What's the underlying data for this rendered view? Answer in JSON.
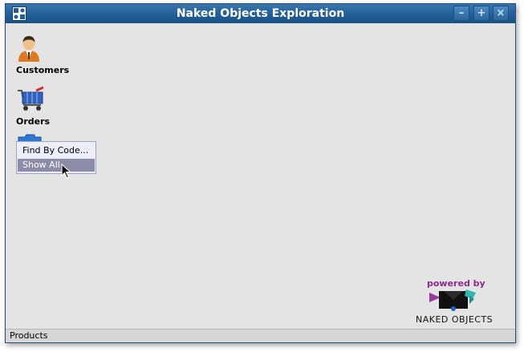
{
  "window": {
    "title": "Naked Objects Exploration",
    "controls": {
      "minimize": "–",
      "maximize": "+",
      "close": "×"
    }
  },
  "classes": [
    {
      "label": "Customers",
      "icon": "customer-icon"
    },
    {
      "label": "Orders",
      "icon": "shopping-cart-icon"
    },
    {
      "label": "",
      "icon": "folder-icon"
    }
  ],
  "popup_menu": {
    "items": [
      {
        "label": "Find By Code...",
        "selected": false
      },
      {
        "label": "Show All",
        "selected": true
      }
    ]
  },
  "branding": {
    "powered_by": "powered by",
    "product": "NAKED OBJECTS"
  },
  "status_bar": {
    "text": "Products"
  },
  "colors": {
    "titlebar": "#205d94",
    "desktop": "#e4e4e4",
    "menu_selected": "#8c8ca8",
    "brand_purple": "#8a2a8c"
  }
}
